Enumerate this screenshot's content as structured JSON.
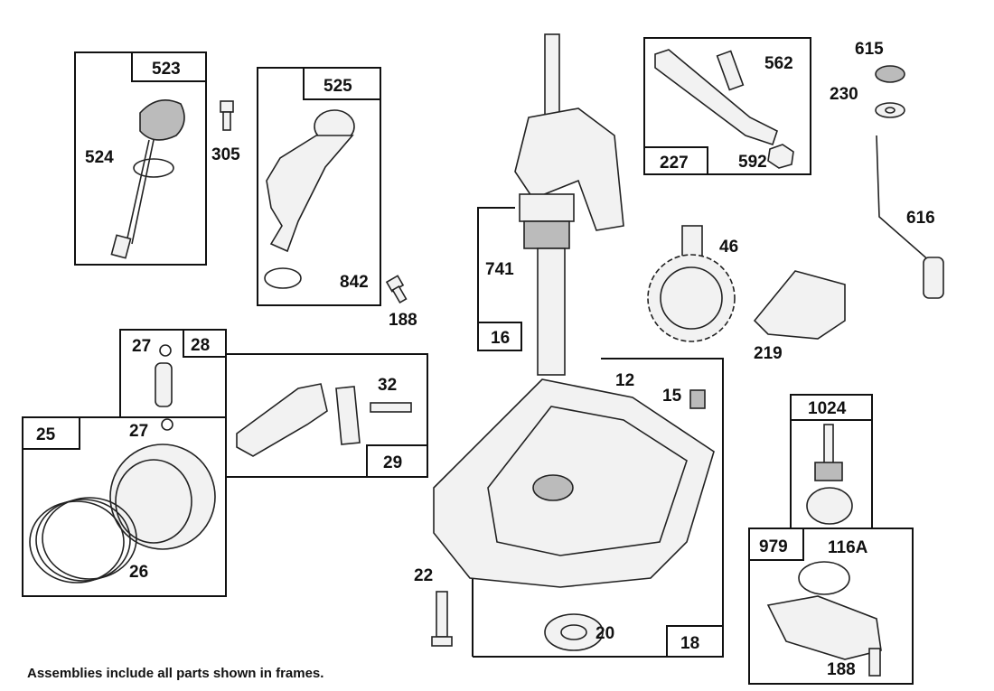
{
  "caption": "Assemblies include all parts shown in frames.",
  "frames": {
    "f523": "523",
    "f525": "525",
    "f16": "16",
    "f227": "227",
    "f28": "28",
    "f29": "29",
    "f25": "25",
    "f18": "18",
    "f1024": "1024",
    "f979": "979"
  },
  "parts": {
    "p524": "524",
    "p305": "305",
    "p842": "842",
    "p188a": "188",
    "p741": "741",
    "p562": "562",
    "p592": "592",
    "p615": "615",
    "p230": "230",
    "p616": "616",
    "p46": "46",
    "p219": "219",
    "p27a": "27",
    "p32": "32",
    "p27b": "27",
    "p26": "26",
    "p12": "12",
    "p15": "15",
    "p20": "20",
    "p22": "22",
    "p116A": "116A",
    "p188b": "188"
  }
}
